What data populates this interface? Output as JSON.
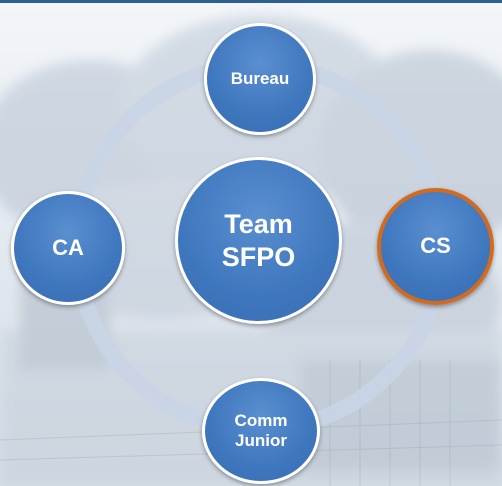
{
  "diagram": {
    "center": {
      "label": "Team\nSFPO"
    },
    "nodes": {
      "top": {
        "label": "Bureau"
      },
      "left": {
        "label": "CA"
      },
      "right": {
        "label": "CS",
        "highlighted": true
      },
      "bottom": {
        "label": "Comm\nJunior"
      }
    },
    "colors": {
      "node_fill": "#3f77be",
      "node_border": "#ffffff",
      "highlight_border": "#d26a1f",
      "ring": "#c9d4e6",
      "header_rule": "#2d5f8f"
    }
  }
}
